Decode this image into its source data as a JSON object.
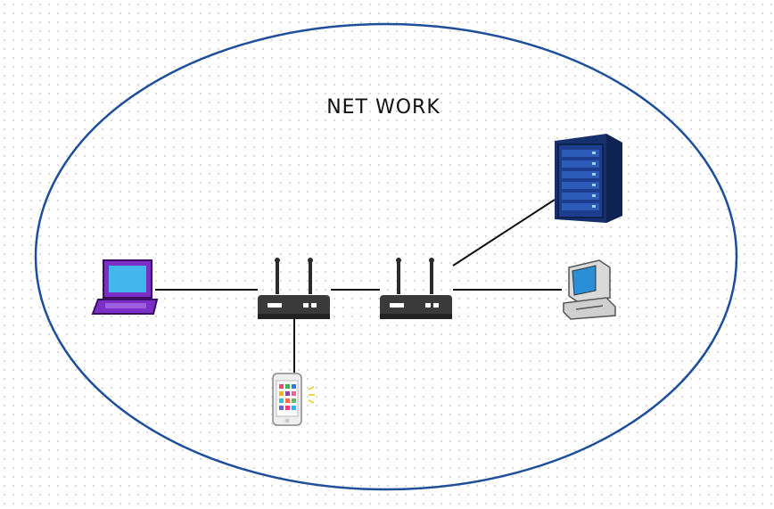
{
  "diagram": {
    "title": "NET WORK",
    "boundary_color": "#1f4e9a",
    "nodes": [
      {
        "id": "laptop",
        "icon": "laptop-icon",
        "color": "#8a3fd1"
      },
      {
        "id": "router-1",
        "icon": "router-icon",
        "color": "#3a3a3a"
      },
      {
        "id": "router-2",
        "icon": "router-icon",
        "color": "#3a3a3a"
      },
      {
        "id": "phone",
        "icon": "smartphone-icon",
        "color": "#e6e6e6"
      },
      {
        "id": "server",
        "icon": "server-rack-icon",
        "color": "#1e3a8a"
      },
      {
        "id": "desktop",
        "icon": "desktop-computer-icon",
        "color": "#2a8fd6"
      }
    ],
    "links": [
      [
        "laptop",
        "router-1"
      ],
      [
        "router-1",
        "router-2"
      ],
      [
        "router-1",
        "phone"
      ],
      [
        "router-2",
        "server"
      ],
      [
        "router-2",
        "desktop"
      ]
    ]
  }
}
